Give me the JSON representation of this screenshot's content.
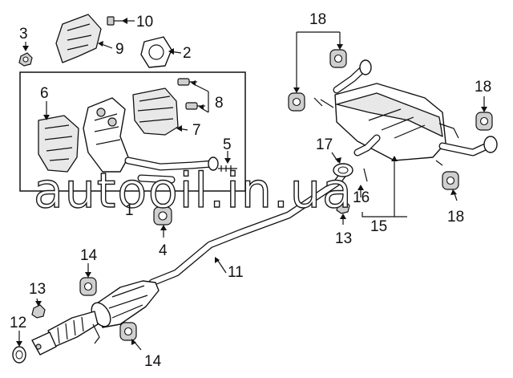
{
  "callouts": [
    {
      "id": "c1",
      "label": "1"
    },
    {
      "id": "c2",
      "label": "2"
    },
    {
      "id": "c3",
      "label": "3"
    },
    {
      "id": "c4",
      "label": "4"
    },
    {
      "id": "c5",
      "label": "5"
    },
    {
      "id": "c6",
      "label": "6"
    },
    {
      "id": "c7",
      "label": "7"
    },
    {
      "id": "c8",
      "label": "8"
    },
    {
      "id": "c9",
      "label": "9"
    },
    {
      "id": "c10",
      "label": "10"
    },
    {
      "id": "c11",
      "label": "11"
    },
    {
      "id": "c12",
      "label": "12"
    },
    {
      "id": "c13a",
      "label": "13"
    },
    {
      "id": "c13b",
      "label": "13"
    },
    {
      "id": "c14a",
      "label": "14"
    },
    {
      "id": "c14b",
      "label": "14"
    },
    {
      "id": "c15",
      "label": "15"
    },
    {
      "id": "c16",
      "label": "16"
    },
    {
      "id": "c17",
      "label": "17"
    },
    {
      "id": "c18a",
      "label": "18"
    },
    {
      "id": "c18b",
      "label": "18"
    },
    {
      "id": "c18c",
      "label": "18"
    }
  ],
  "watermark": "autooil.in.ua"
}
